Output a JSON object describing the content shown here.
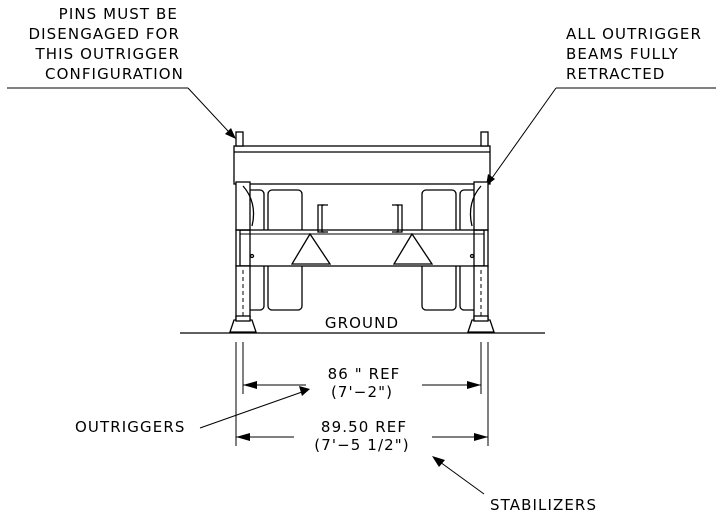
{
  "callouts": {
    "pins_note": [
      "PINS MUST BE",
      "DISENGAGED FOR",
      "THIS OUTRIGGER",
      "CONFIGURATION"
    ],
    "retracted_note": [
      "ALL OUTRIGGER",
      "BEAMS FULLY",
      "RETRACTED"
    ],
    "outriggers": "OUTRIGGERS",
    "stabilizers": "STABILIZERS"
  },
  "ground_label": "GROUND",
  "dimensions": {
    "outrigger_span": [
      "86 \" REF",
      "(7'−2\")"
    ],
    "stabilizer_span": [
      "89.50 REF",
      "(7'−5 1/2\")"
    ]
  }
}
